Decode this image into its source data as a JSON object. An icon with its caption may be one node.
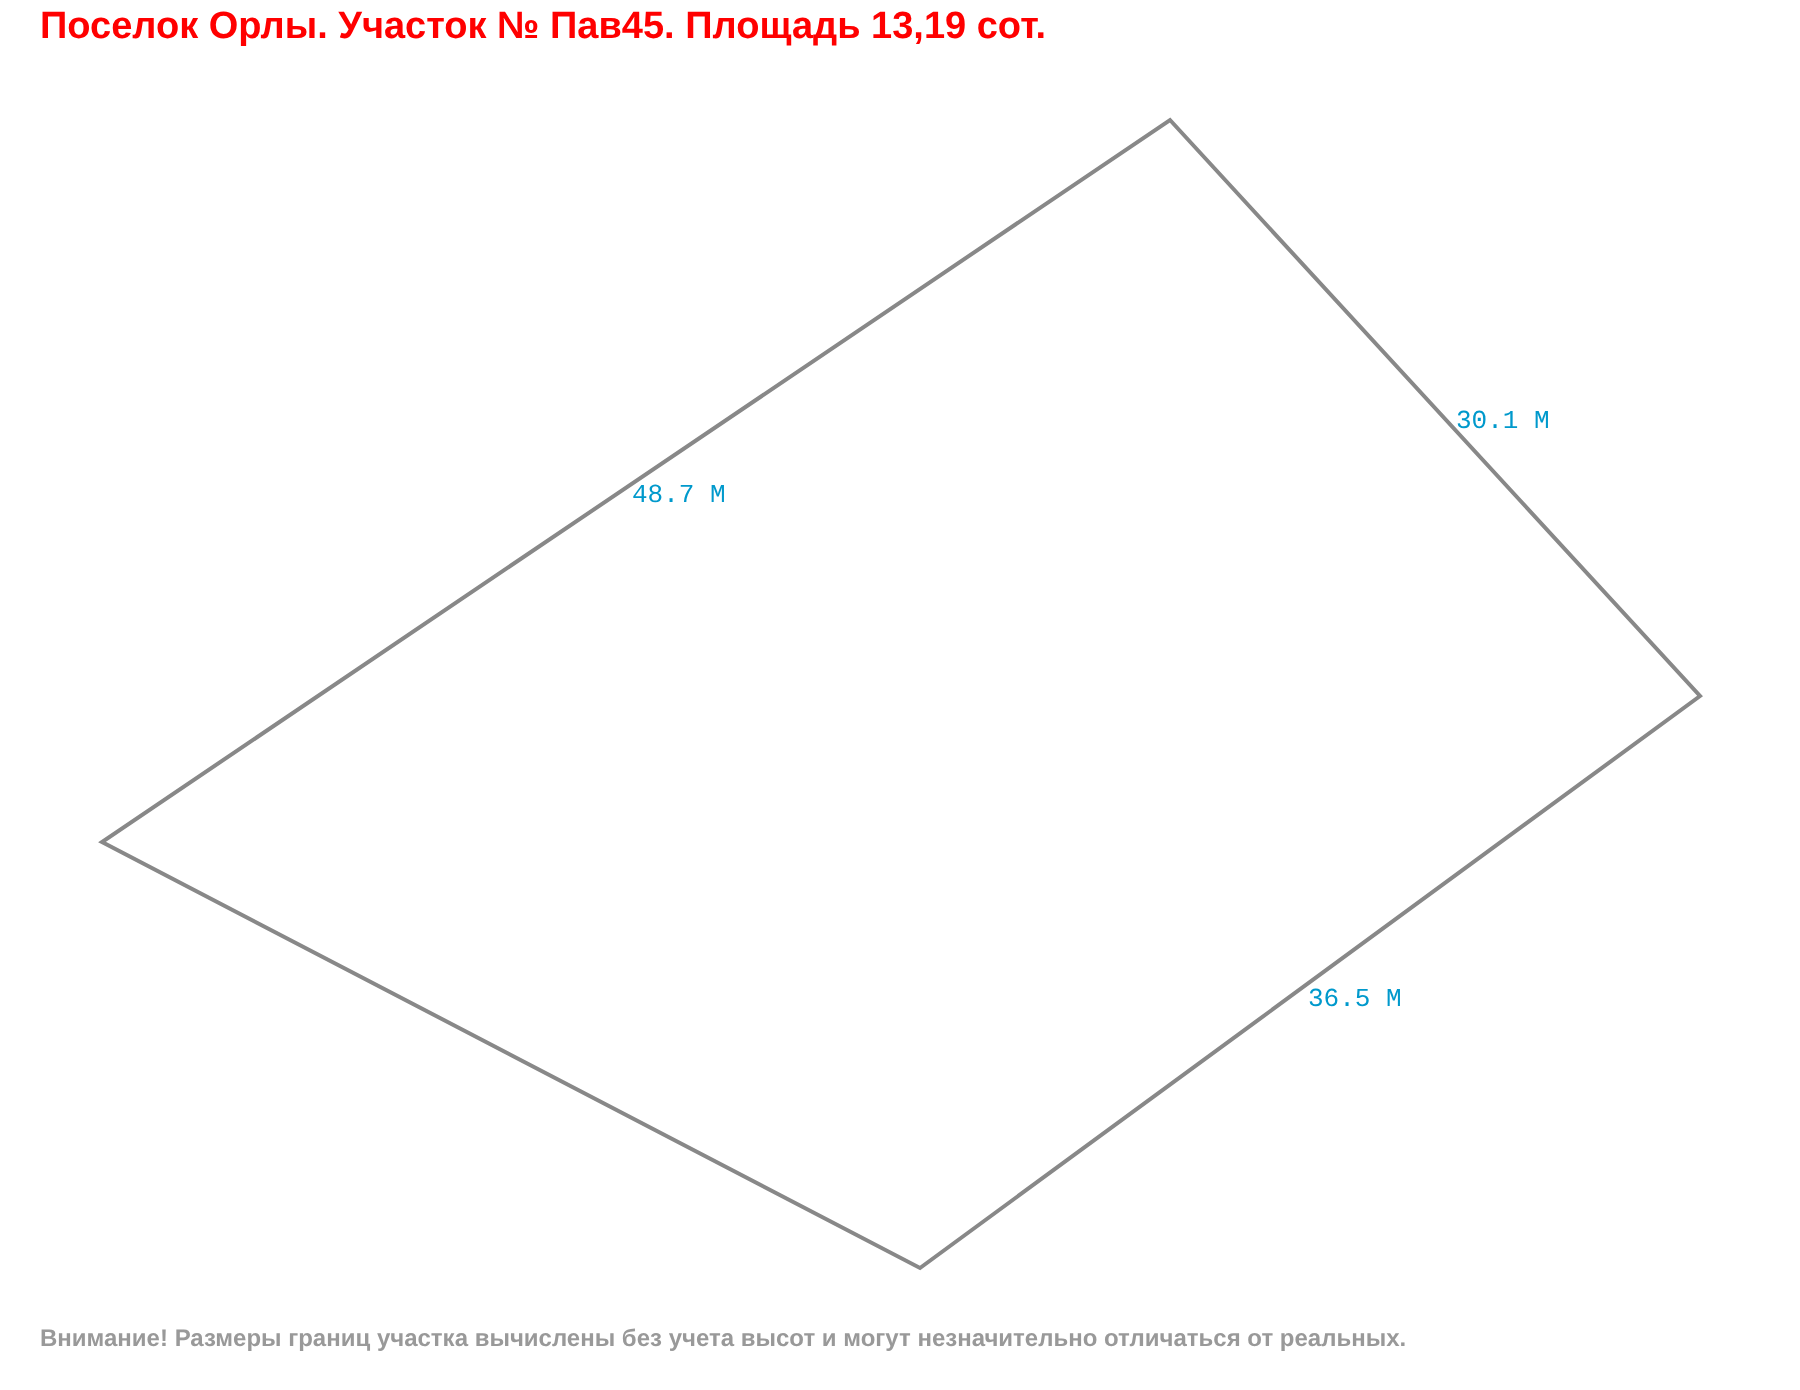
{
  "diagram": {
    "title": "Поселок Орлы. Участок № Пав45. Площадь 13,19 сот.",
    "caption": "Внимание! Размеры границ участка вычислены без учета высот и могут незначительно отличаться от реальных.",
    "labels": [
      "48.7 М",
      "30.1 М",
      "36.5 М"
    ]
  }
}
